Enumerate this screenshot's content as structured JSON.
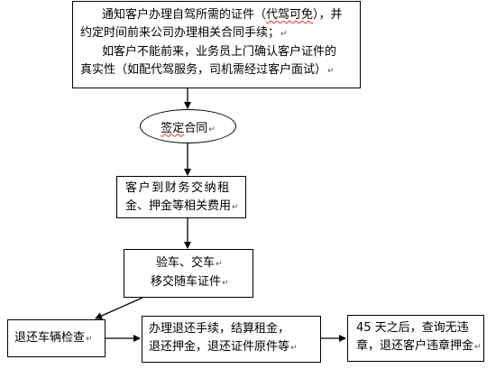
{
  "marker": "↵",
  "notify_box": {
    "line1_a": "通知客户办理自驾所需的证件（",
    "line1_squig": "代驾可免",
    "line1_b": "），并",
    "line2": "约定时间前来公司办理相关合同手续；",
    "line3": "如客户不能前来，业务员上门确认客户证件的",
    "line4": "真实性（如配代驾服务，司机需经过客户面试）"
  },
  "sign_contract": {
    "squig": "签定",
    "rest": "合同"
  },
  "payment_box": {
    "line1": "客户到财务交纳租",
    "line2": "金、押金等相关费用"
  },
  "inspection_box": {
    "line1": "验车、交车",
    "line2": "移交随车证件"
  },
  "return_check_box": {
    "line1": "退还车辆检查"
  },
  "return_process_box": {
    "line1": "办理退还手续，结算租金，",
    "line2": "退还押金，退还证件原件等"
  },
  "final_box": {
    "line1": "45 天之后，查询无违",
    "line2": "章，退还客户违章押金"
  }
}
